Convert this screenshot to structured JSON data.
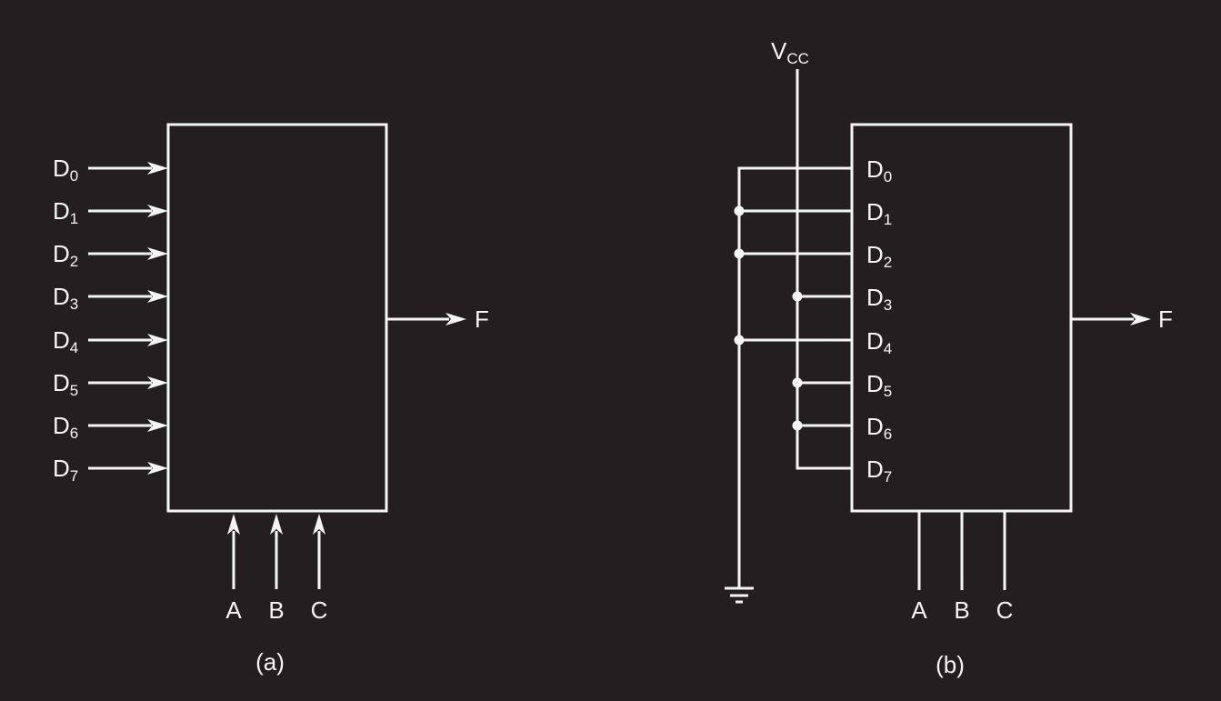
{
  "colors": {
    "background": "#231f20",
    "line": "#f5f5f5",
    "text": "#f5f5f5"
  },
  "diagram_a": {
    "caption": "(a)",
    "output_label": "F",
    "data_inputs": [
      {
        "base": "D",
        "sub": "0"
      },
      {
        "base": "D",
        "sub": "1"
      },
      {
        "base": "D",
        "sub": "2"
      },
      {
        "base": "D",
        "sub": "3"
      },
      {
        "base": "D",
        "sub": "4"
      },
      {
        "base": "D",
        "sub": "5"
      },
      {
        "base": "D",
        "sub": "6"
      },
      {
        "base": "D",
        "sub": "7"
      }
    ],
    "select_inputs": [
      "A",
      "B",
      "C"
    ]
  },
  "diagram_b": {
    "caption": "(b)",
    "output_label": "F",
    "power_label": {
      "base": "V",
      "sub": "CC"
    },
    "data_inputs": [
      {
        "base": "D",
        "sub": "0"
      },
      {
        "base": "D",
        "sub": "1"
      },
      {
        "base": "D",
        "sub": "2"
      },
      {
        "base": "D",
        "sub": "3"
      },
      {
        "base": "D",
        "sub": "4"
      },
      {
        "base": "D",
        "sub": "5"
      },
      {
        "base": "D",
        "sub": "6"
      },
      {
        "base": "D",
        "sub": "7"
      }
    ],
    "select_inputs": [
      "A",
      "B",
      "C"
    ],
    "wiring": {
      "to_vcc": [
        "D3",
        "D5",
        "D6",
        "D7"
      ],
      "to_ground": [
        "D0",
        "D1",
        "D2",
        "D4"
      ]
    }
  }
}
